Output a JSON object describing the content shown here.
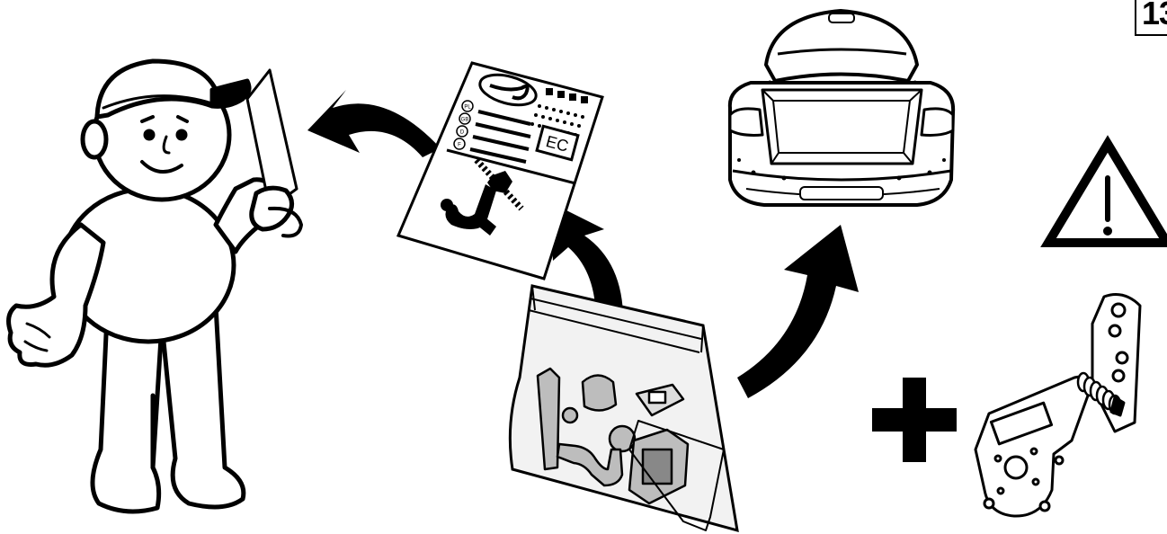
{
  "page": {
    "number": "13"
  },
  "certificate": {
    "country_codes": [
      "PL",
      "GB",
      "D",
      "F"
    ],
    "mark": "EC"
  },
  "icons": {
    "warning": "warning-triangle-icon",
    "plus": "plus-icon",
    "arrows": [
      "arrow-to-person-icon",
      "arrow-to-document-icon",
      "arrow-to-car-icon"
    ]
  },
  "colors": {
    "ink": "#000000",
    "paper": "#ffffff",
    "bag_tint": "#f2f2f2",
    "parts_gray": "#bdbdbd"
  }
}
